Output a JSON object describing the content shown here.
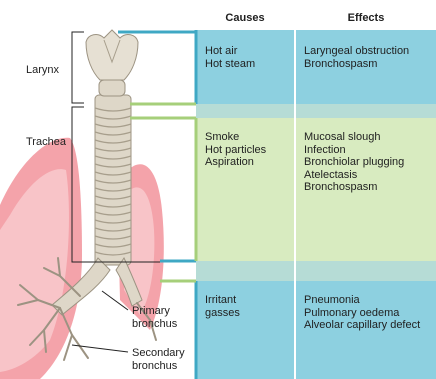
{
  "headers": {
    "causes": "Causes",
    "effects": "Effects"
  },
  "anatomy_labels": {
    "larynx": "Larynx",
    "trachea": "Trachea",
    "primary_bronchus": "Primary\nbronchus",
    "secondary_bronchus": "Secondary\nbronchus"
  },
  "rows": [
    {
      "causes": "Hot air\nHot steam",
      "effects": "Laryngeal obstruction\nBronchospasm"
    },
    {
      "causes": "Smoke\nHot particles\nAspiration",
      "effects": "Mucosal slough\nInfection\nBronchiolar plugging\nAtelectasis\nBronchospasm"
    },
    {
      "causes": "Irritant\ngasses",
      "effects": "Pneumonia\nPulmonary oedema\nAlveolar capillary defect"
    }
  ],
  "colors": {
    "blue_fill": "#8dd0e0",
    "green_fill": "#d8ebc0",
    "blue_line": "#3fa8c4",
    "green_line": "#a6cf7a"
  }
}
